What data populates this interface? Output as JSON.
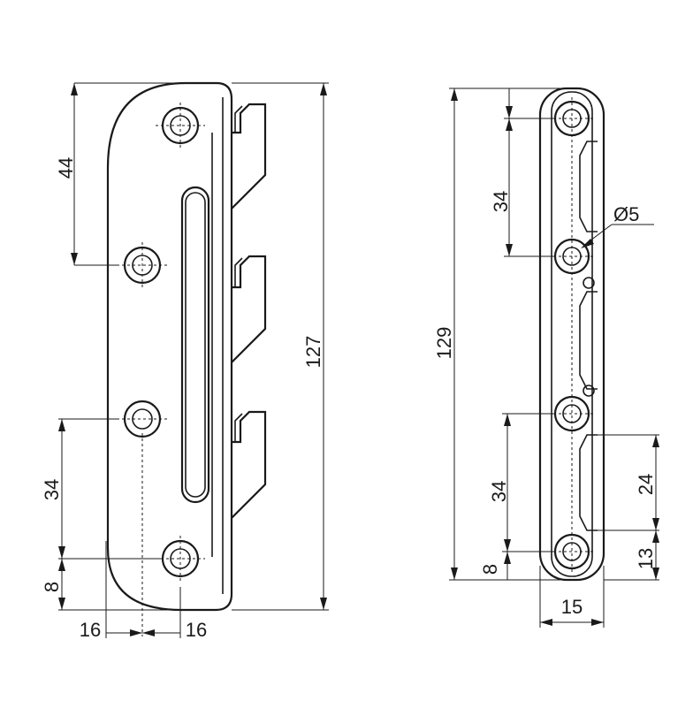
{
  "front_view": {
    "dim_hole_pitch_top": "44",
    "dim_hole_pitch_bottom": "34",
    "dim_bottom_offset": "8",
    "dim_total_height": "127",
    "dim_left_offset": "16",
    "dim_right_offset": "16"
  },
  "side_view": {
    "dim_total_height": "129",
    "dim_hole_pitch_top": "34",
    "dim_hole_pitch_bottom": "34",
    "dim_hole_diameter": "Ø5",
    "dim_slot_length": "24",
    "dim_bottom_offset": "8",
    "dim_slot_offset": "13",
    "dim_width": "15"
  },
  "colors": {
    "line": "#1a1a1a",
    "background": "#ffffff"
  }
}
